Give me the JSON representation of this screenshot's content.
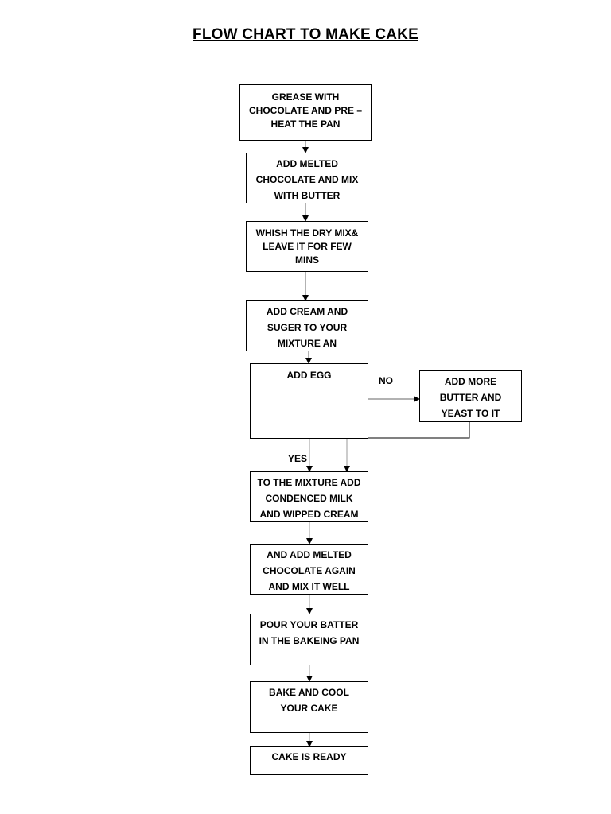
{
  "title": "FLOW CHART TO MAKE CAKE",
  "steps": {
    "grease": "GREASE WITH\nCHOCOLATE AND PRE –\nHEAT THE PAN",
    "melted_mix": "ADD MELTED\nCHOCOLATE AND MIX\nWITH BUTTER",
    "whisk": "WHISH THE DRY MIX&\nLEAVE IT FOR FEW\nMINS",
    "cream_sugar": "ADD CREAM AND\nSUGER TO YOUR\nMIXTURE AN",
    "egg": "ADD EGG",
    "more_butter": "ADD MORE\nBUTTER AND\nYEAST TO IT",
    "condensed": "TO THE MIXTURE ADD\nCONDENCED MILK\nAND WIPPED CREAM",
    "melted_again": "AND ADD MELTED\nCHOCOLATE AGAIN\nAND MIX IT WELL",
    "pour": "POUR YOUR BATTER\nIN THE BAKEING PAN",
    "bake": "BAKE AND COOL\nYOUR CAKE",
    "ready": "CAKE IS READY"
  },
  "labels": {
    "no": "NO",
    "yes": "YES"
  }
}
